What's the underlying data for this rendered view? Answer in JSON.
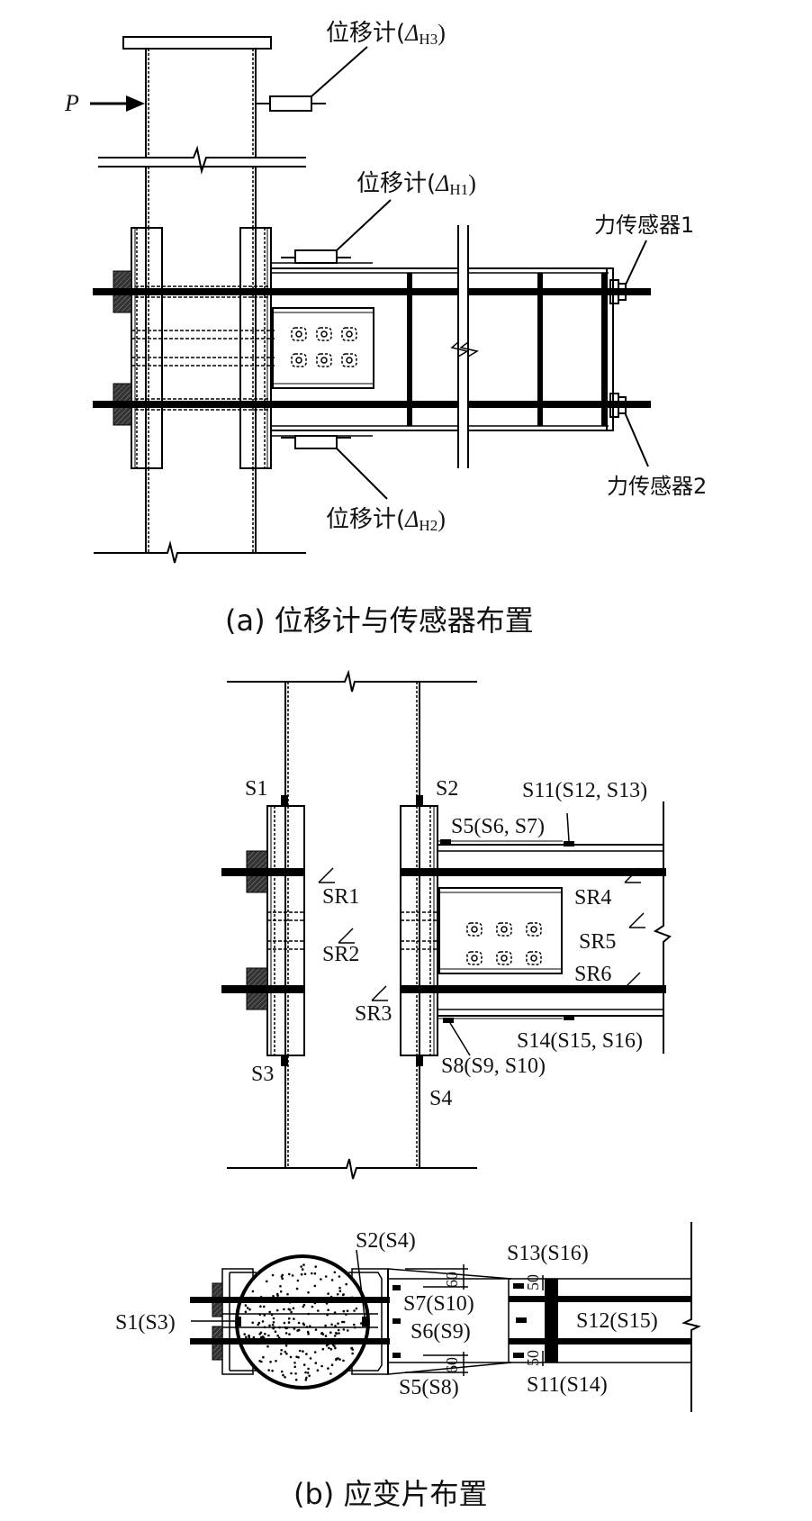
{
  "figure": {
    "part_a": {
      "caption": "(a)  位移计与传感器布置",
      "load_label": "P",
      "labels": {
        "disp_h3": {
          "text": "位移计(",
          "symbol": "Δ",
          "sub": "H3",
          "close": ")"
        },
        "disp_h1": {
          "text": "位移计(",
          "symbol": "Δ",
          "sub": "H1",
          "close": ")"
        },
        "disp_h2": {
          "text": "位移计(",
          "symbol": "Δ",
          "sub": "H2",
          "close": ")"
        },
        "force_1": "力传感器1",
        "force_2": "力传感器2"
      }
    },
    "part_b": {
      "caption": "(b)  应变片布置",
      "elevation_labels": {
        "s1": "S1",
        "s2": "S2",
        "s3": "S3",
        "s4": "S4",
        "s5": "S5(S6, S7)",
        "s8": "S8(S9, S10)",
        "s11": "S11(S12, S13)",
        "s14": "S14(S15, S16)",
        "sr1": "SR1",
        "sr2": "SR2",
        "sr3": "SR3",
        "sr4": "SR4",
        "sr5": "SR5",
        "sr6": "SR6"
      },
      "plan_labels": {
        "s1s3": "S1(S3)",
        "s2s4": "S2(S4)",
        "s7s10": "S7(S10)",
        "s6s9": "S6(S9)",
        "s5s8": "S5(S8)",
        "s13s16": "S13(S16)",
        "s12s15": "S12(S15)",
        "s11s14": "S11(S14)",
        "dim_60": "60",
        "dim_50": "50"
      }
    }
  }
}
